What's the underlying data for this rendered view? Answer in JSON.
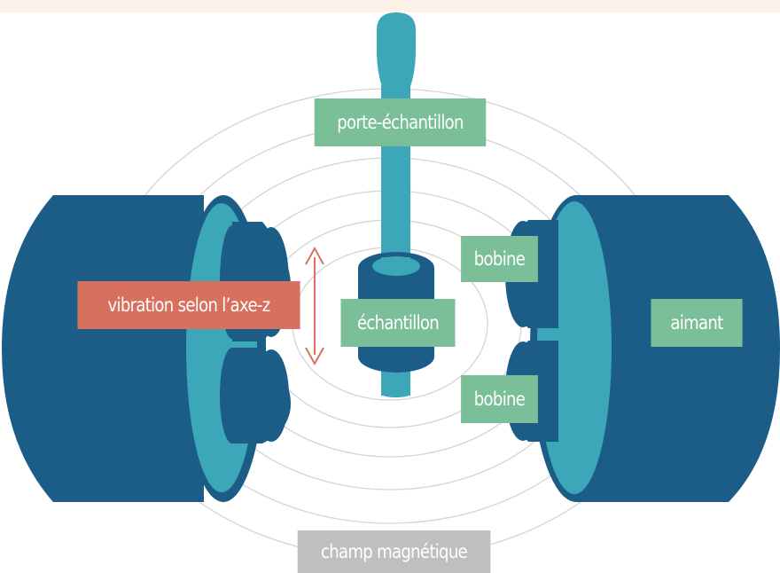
{
  "labels": {
    "sample_holder": "porte-échantillon",
    "coil_top": "bobine",
    "coil_bottom": "bobine",
    "vibration": "vibration selon l’axe-z",
    "sample": "échantillon",
    "magnet": "aimant",
    "field": "champ magnétique"
  },
  "colors": {
    "banner": "#fdf3e8",
    "magnet_dark": "#1b5d86",
    "magnet_light": "#3ba7b8",
    "label_green": "#7bbf98",
    "label_red": "#d8705e",
    "label_gray": "#bfbfbf",
    "field_lines": "#d4d4d4",
    "arrow": "#d8705e"
  }
}
